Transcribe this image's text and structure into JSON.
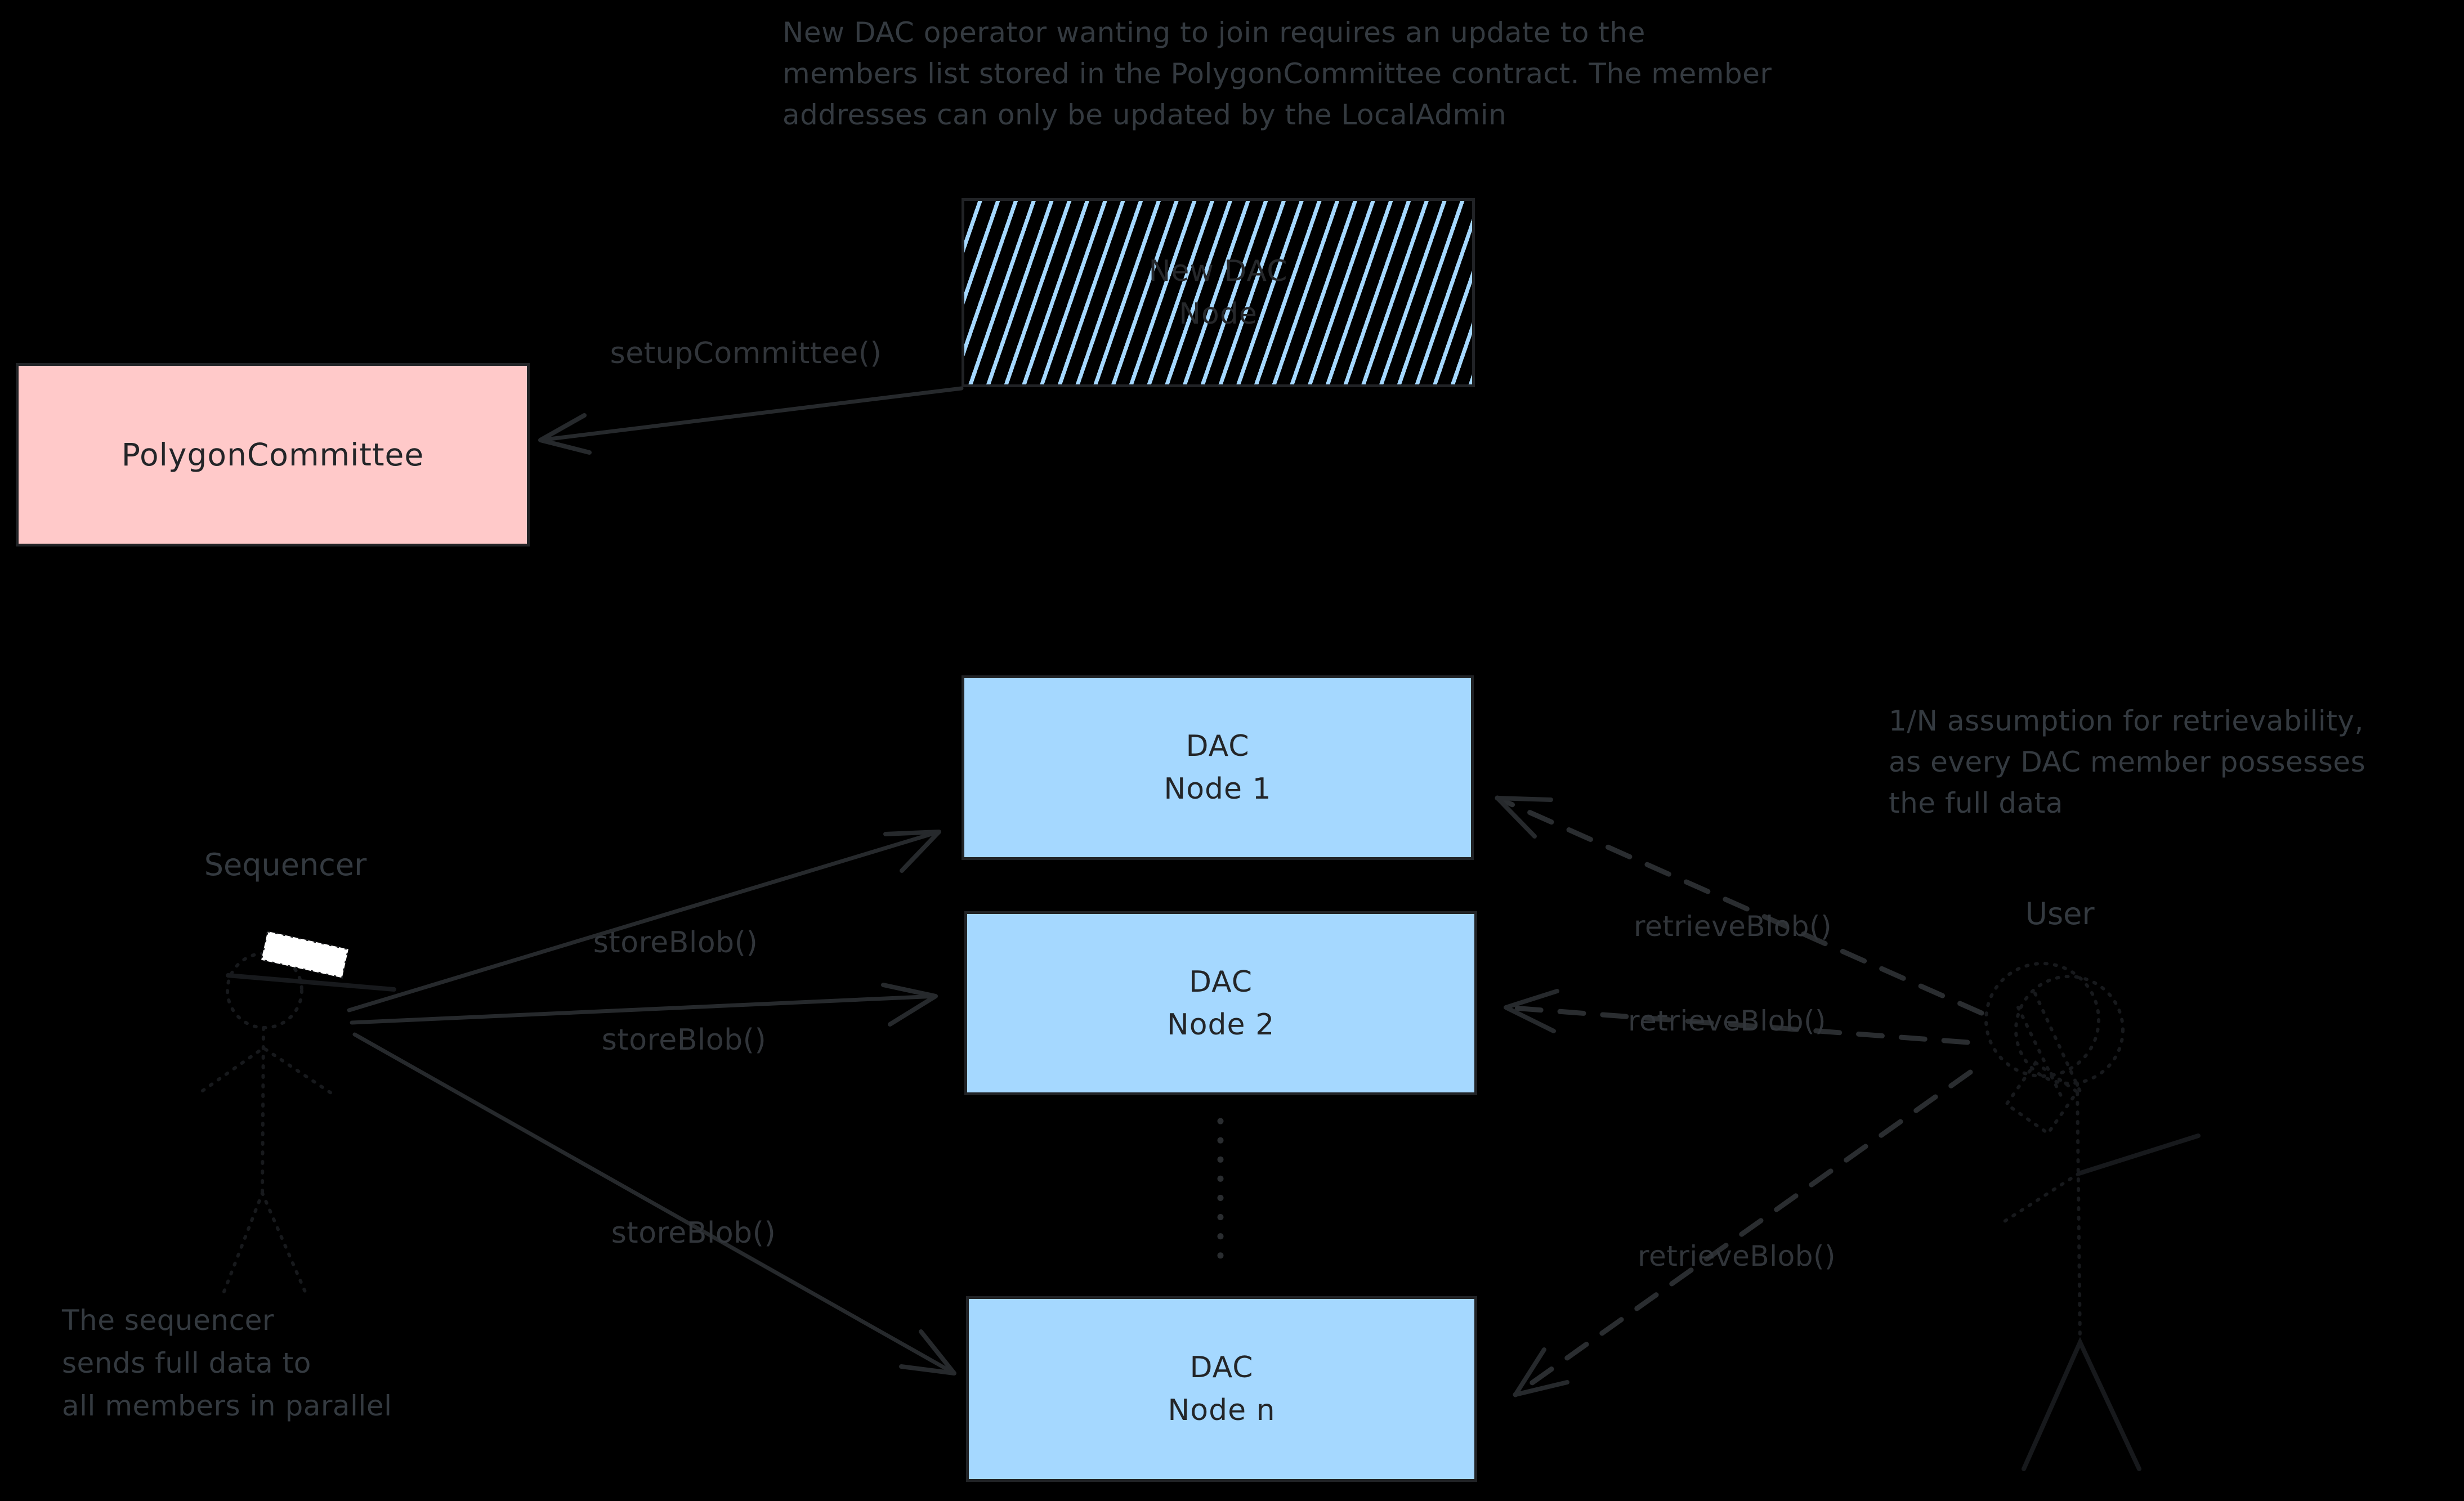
{
  "colors": {
    "background": "#000000",
    "pink_fill": "#ffc9c9",
    "blue_fill": "#a5d8ff",
    "box_border": "#212326",
    "gray_text": "#343a40",
    "arrow_stroke": "#26292c"
  },
  "annotations": {
    "top_note": {
      "lines": [
        "New DAC operator wanting to join requires an update to the",
        "members list stored in the PolygonCommittee contract. The member",
        "addresses can only be updated by the LocalAdmin"
      ]
    },
    "retrievability_note": {
      "lines": [
        "1/N assumption for retrievability,",
        "as every DAC member possesses",
        "the full data"
      ]
    },
    "sequencer_note": {
      "lines": [
        "The sequencer",
        "sends full data to",
        "all members in parallel"
      ]
    }
  },
  "actors": {
    "sequencer": {
      "label": "Sequencer"
    },
    "user": {
      "label": "User"
    }
  },
  "nodes": {
    "new_dac_node": {
      "line1": "New DAC",
      "line2": "Node"
    },
    "polygon_committee": {
      "label": "PolygonCommittee"
    },
    "dac_node_1": {
      "line1": "DAC",
      "line2": "Node 1"
    },
    "dac_node_2": {
      "line1": "DAC",
      "line2": "Node 2"
    },
    "dac_node_n": {
      "line1": "DAC",
      "line2": "Node n"
    }
  },
  "edges": {
    "setup_committee": {
      "label": "setupCommittee()"
    },
    "store_blob_1": {
      "label": "storeBlob()"
    },
    "store_blob_2": {
      "label": "storeBlob()"
    },
    "store_blob_3": {
      "label": "storeBlob()"
    },
    "retrieve_blob_1": {
      "label": "retrieveBlob()"
    },
    "retrieve_blob_2": {
      "label": "retrieveBlob()"
    },
    "retrieve_blob_3": {
      "label": "retrieveBlob()"
    }
  }
}
